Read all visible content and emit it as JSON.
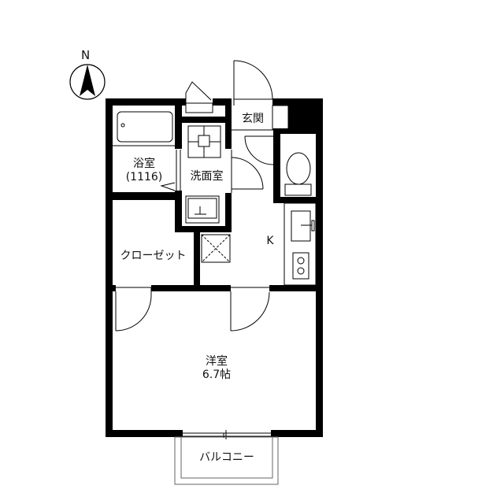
{
  "compass": {
    "label": "N"
  },
  "rooms": {
    "bathroom": {
      "name": "浴室",
      "size": "(1116)"
    },
    "washroom": {
      "name": "洗面室"
    },
    "entrance": {
      "name": "玄関"
    },
    "closet": {
      "name": "クローゼット"
    },
    "kitchen": {
      "name": "K"
    },
    "western_room": {
      "name": "洋室",
      "size": "6.7帖"
    },
    "balcony": {
      "name": "バルコニー"
    }
  },
  "colors": {
    "wall": "#000000",
    "line": "#000000",
    "background": "#ffffff"
  }
}
